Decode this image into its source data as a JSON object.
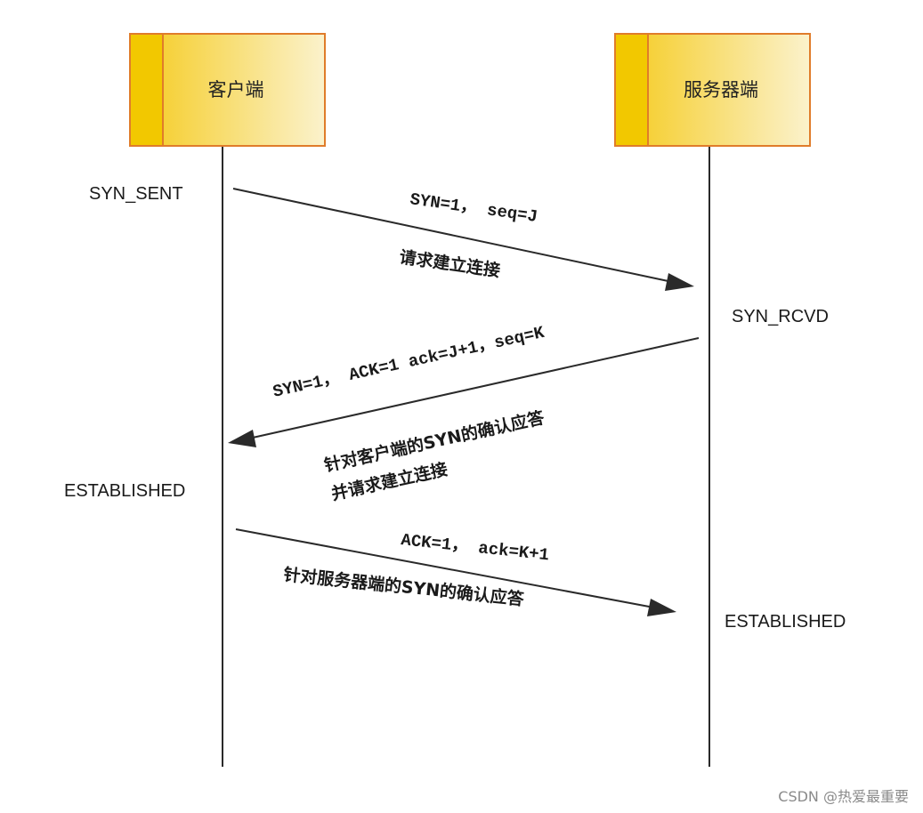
{
  "client": {
    "title": "客户端",
    "states": [
      "SYN_SENT",
      "ESTABLISHED"
    ]
  },
  "server": {
    "title": "服务器端",
    "states": [
      "SYN_RCVD",
      "ESTABLISHED"
    ]
  },
  "messages": [
    {
      "code": "SYN=1， seq=J",
      "desc": [
        "请求建立连接"
      ]
    },
    {
      "code": "SYN=1， ACK=1   ack=J+1，seq=K",
      "desc": [
        "针对客户端的SYN的确认应答",
        "并请求建立连接"
      ]
    },
    {
      "code": "ACK=1， ack=K+1",
      "desc": [
        "针对服务器端的SYN的确认应答"
      ]
    }
  ],
  "colors": {
    "box_fill_start": "#f5ca1b",
    "box_fill_end": "#fbf2cc",
    "box_stripe": "#f2c800",
    "box_border": "#e07c2a",
    "line": "#2a2a2a"
  },
  "watermark": "CSDN @热爱最重要"
}
